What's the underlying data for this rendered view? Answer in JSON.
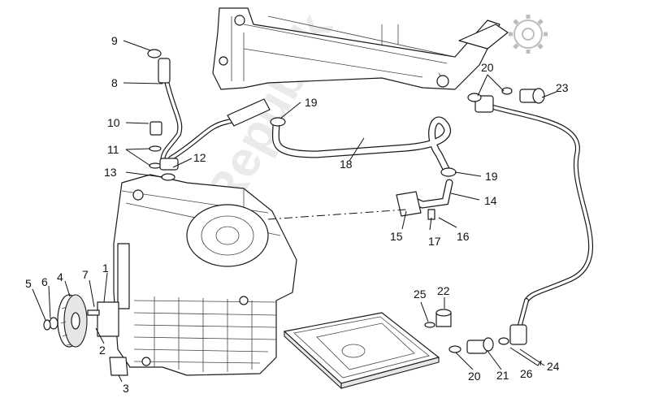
{
  "watermark": "PartsRepublik",
  "callouts": [
    {
      "label": "1"
    },
    {
      "label": "2"
    },
    {
      "label": "3"
    },
    {
      "label": "4"
    },
    {
      "label": "5"
    },
    {
      "label": "6"
    },
    {
      "label": "7"
    },
    {
      "label": "8"
    },
    {
      "label": "9"
    },
    {
      "label": "10"
    },
    {
      "label": "11"
    },
    {
      "label": "12"
    },
    {
      "label": "13"
    },
    {
      "label": "14"
    },
    {
      "label": "15"
    },
    {
      "label": "16"
    },
    {
      "label": "17"
    },
    {
      "label": "18"
    },
    {
      "label": "19"
    },
    {
      "label": "19"
    },
    {
      "label": "20"
    },
    {
      "label": "20"
    },
    {
      "label": "21"
    },
    {
      "label": "22"
    },
    {
      "label": "23"
    },
    {
      "label": "24"
    },
    {
      "label": "25"
    },
    {
      "label": "26"
    }
  ]
}
